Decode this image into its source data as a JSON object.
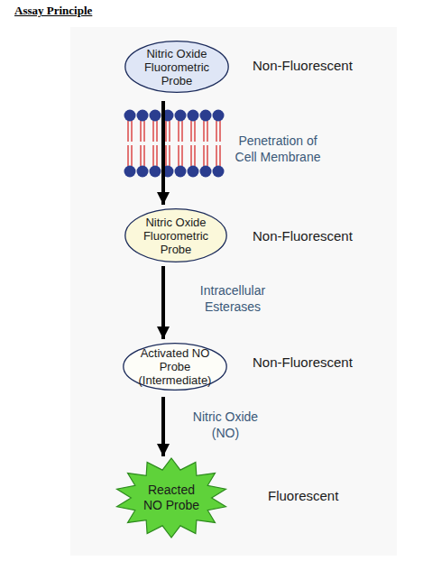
{
  "diagram": {
    "title": "Assay Principle",
    "nodes": [
      {
        "text": [
          "Nitric Oxide Fluorometric Probe"
        ]
      },
      {
        "text": [
          "Nitric Oxide Fluorometric Probe"
        ]
      },
      {
        "text": [
          "Activated NO Probe (Intermediate)"
        ]
      },
      {
        "text": [
          "Reacted NO Probe"
        ]
      }
    ],
    "edges": [
      {
        "from": 0,
        "to": 1,
        "label": "Penetration of Cell Membrane",
        "arrow": "to"
      },
      {
        "from": 1,
        "to": 2,
        "label": "Intracellular Esterases",
        "arrow": "to"
      },
      {
        "from": 2,
        "to": 3,
        "label": "Nitric Oxide (NO)",
        "arrow": "to"
      }
    ],
    "labels": [
      "Non-Fluorescent",
      "Non-Fluorescent",
      "Non-Fluorescent",
      "Fluorescent"
    ]
  }
}
